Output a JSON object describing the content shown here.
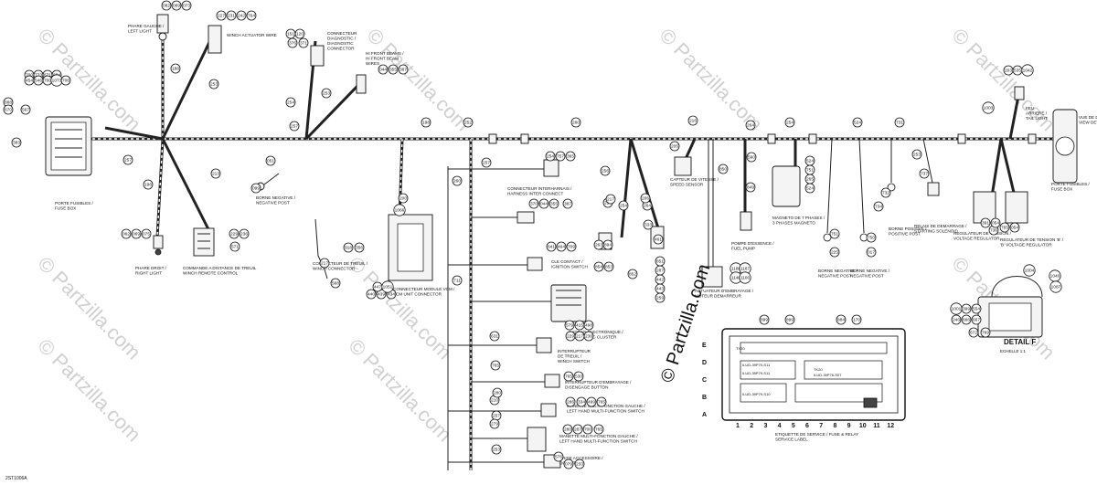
{
  "watermarks": [
    "© Partzilla.com",
    "© Partzilla.com",
    "© Partzilla.com",
    "© Partzilla.com",
    "© Partzilla.com",
    "© Partzilla.com",
    "© Partzilla.com",
    "© Partzilla.com",
    "© Partzilla.com"
  ],
  "stamp": "© Partzilla.com",
  "doc_id": "2ST1006A",
  "detail": {
    "title": "DETAIL F",
    "scale": "ECHELLE 1:1"
  },
  "fuse_letters": [
    "E",
    "D",
    "C",
    "B",
    "A"
  ],
  "fuse_numbers": [
    "1",
    "2",
    "3",
    "4",
    "5",
    "6",
    "7",
    "8",
    "9",
    "10",
    "11",
    "12"
  ],
  "fusebox_texts": [
    "TY20",
    "ILUD-39P70-S11",
    "ILUD-39P79-S11",
    "ILUD-39P79-S10",
    "TK20",
    "ILUD-39P76-S07"
  ],
  "labels": {
    "left_light": [
      "PHARE GAUCHE /",
      "LEFT LIGHT"
    ],
    "right_light": [
      "PHARE DROIT /",
      "RIGHT LIGHT"
    ],
    "fuse_box": [
      "PORTE FUSIBLES /",
      "FUSE BOX"
    ],
    "winch_act": [
      "WINCH ACTUATOR WIRE"
    ],
    "diag_conn": [
      "CONNECTEUR",
      "DIAGNOSTIC /",
      "DIAGNOSTIC",
      "CONNECTOR"
    ],
    "hi_beam": [
      "HI FRONT BEAMS /",
      "HI FRONT BEAM",
      "WIRES"
    ],
    "neg_post_a": [
      "BORNE NEGATIVE /",
      "NEGATIVE POST"
    ],
    "winch_remote": [
      "COMMANDE A DISTANCE DE TREUIL",
      "WINCH REMOTE CONTROL"
    ],
    "winch_conn": [
      "CONNECTEUR DE TREUIL /",
      "WINCH CONNECTOR"
    ],
    "vcm_conn": [
      "CONNECTEUR MODULE VCM /",
      "VCM UNIT CONNECTOR"
    ],
    "harness_inter": [
      "CONNECTEUR INTERHARNAIS /",
      "HARNESS INTER CONNECT"
    ],
    "key_switch": [
      "CLE CONTACT /",
      "IGNITION SWITCH"
    ],
    "cluster": [
      "CADRAN ELECTRONIQUE /",
      "ELECTRONIC CLUSTER"
    ],
    "winch_switch": [
      "INTERRUPTEUR",
      "DE TREUIL /",
      "WINCH SWITCH"
    ],
    "start_switch": [
      "INTERRUPTEUR D'EMBRAYAGE /",
      "DISENGAGE BUTTON"
    ],
    "mf_left": [
      "MANETTE MULTI-FONCTION GAUCHE /",
      "LEFT HAND MULTI-FUNCTION SWITCH"
    ],
    "mf_left2": [
      "MANETTE MULTI-FONCTION GAUCHE /",
      "LEFT HAND MULTI-FUNCTION SWITCH"
    ],
    "acc_outlet": [
      "PRISE ACCESSOIRE /",
      "DC OUTLET"
    ],
    "speed_sensor": [
      "CAPTEUR DE VITESSE /",
      "SPEED SENSOR"
    ],
    "fuel_pump": [
      "POMPE D'ESSENCE /",
      "FUEL PUMP"
    ],
    "starter_act": [
      "ACTUATEUR D'EMBRAYAGE /",
      "MOTEUR DEMARREUR"
    ],
    "magneto": [
      "MAGNETO DE 7 PHASES /",
      "3 PHASES MAGNETO"
    ],
    "pos_post_a": [
      "BORNE POSITIVE /",
      "POSITIVE POST"
    ],
    "starter_relay": [
      "RELAIS DE DEMARRAGE /",
      "STARTING SOLENOID"
    ],
    "neg_post_b": [
      "BORNE NEGATIVE /",
      "NEGATIVE POST"
    ],
    "neg_post_c": [
      "BORNE NEGATIVE /",
      "NEGATIVE POST"
    ],
    "vreg_a": [
      "REGULATEUR DE TENSION /",
      "VOLTAGE REGULATOR"
    ],
    "vreg_b": [
      "REGULATEUR DE TENSION 'B' /",
      "'B' VOLTAGE REGULATOR"
    ],
    "fuse_holder": [
      "PORTE FUSIBLES /",
      "FUSE BOX"
    ],
    "rear_light": [
      "FEU",
      "ARRIERE /",
      "TAIL LIGHT"
    ],
    "rear_left": [
      "VUE DE DETAIL /",
      "VIEW DETAIL"
    ],
    "fusebox_bottom": [
      "ETIQUETTE DE SERVICE / FUSE & RELAY",
      "SERVICE LABEL"
    ]
  },
  "callouts": [
    "082",
    "069",
    "073",
    "227",
    "231",
    "242",
    "764",
    "186",
    "253",
    "151",
    "120",
    "376",
    "371",
    "254",
    "253",
    "044",
    "355",
    "387",
    "257",
    "700",
    "773",
    "671",
    "684",
    "454",
    "546",
    "700",
    "1073",
    "706",
    "888",
    "670",
    "567",
    "383",
    "257",
    "213",
    "099",
    "051",
    "196",
    "062",
    "069",
    "075",
    "229",
    "236",
    "571",
    "918",
    "356",
    "217",
    "568",
    "440",
    "439",
    "434",
    "447",
    "1051",
    "1066",
    "198",
    "200",
    "252",
    "260",
    "260",
    "257",
    "254",
    "757",
    "365",
    "370",
    "044",
    "355",
    "387",
    "641",
    "464",
    "709",
    "711",
    "217",
    "229",
    "236",
    "579",
    "415",
    "498",
    "631",
    "765",
    "210",
    "257",
    "765",
    "530",
    "280",
    "286",
    "334",
    "499",
    "765",
    "279",
    "280",
    "287",
    "700",
    "765",
    "253",
    "576",
    "079",
    "233",
    "256",
    "258",
    "254",
    "264",
    "206",
    "205",
    "216",
    "264",
    "254",
    "590",
    "850",
    "849",
    "217",
    "333",
    "461",
    "263",
    "894",
    "854",
    "853",
    "852",
    "851",
    "287",
    "442",
    "443",
    "259",
    "1188",
    "1167",
    "1140",
    "1100",
    "524",
    "751",
    "265",
    "524",
    "751",
    "225",
    "524",
    "750",
    "017",
    "731",
    "732",
    "734",
    "737",
    "736",
    "765",
    "054",
    "054",
    "391",
    "253",
    "203",
    "535",
    "1042",
    "1003",
    "1004",
    "1040",
    "1087",
    "1001",
    "399",
    "554",
    "246",
    "666",
    "667",
    "672",
    "769",
    "899",
    "899",
    "884",
    "170"
  ],
  "colors": {
    "line": "#222222",
    "watermark": "#d0d0d0",
    "stamp": "#111111"
  }
}
